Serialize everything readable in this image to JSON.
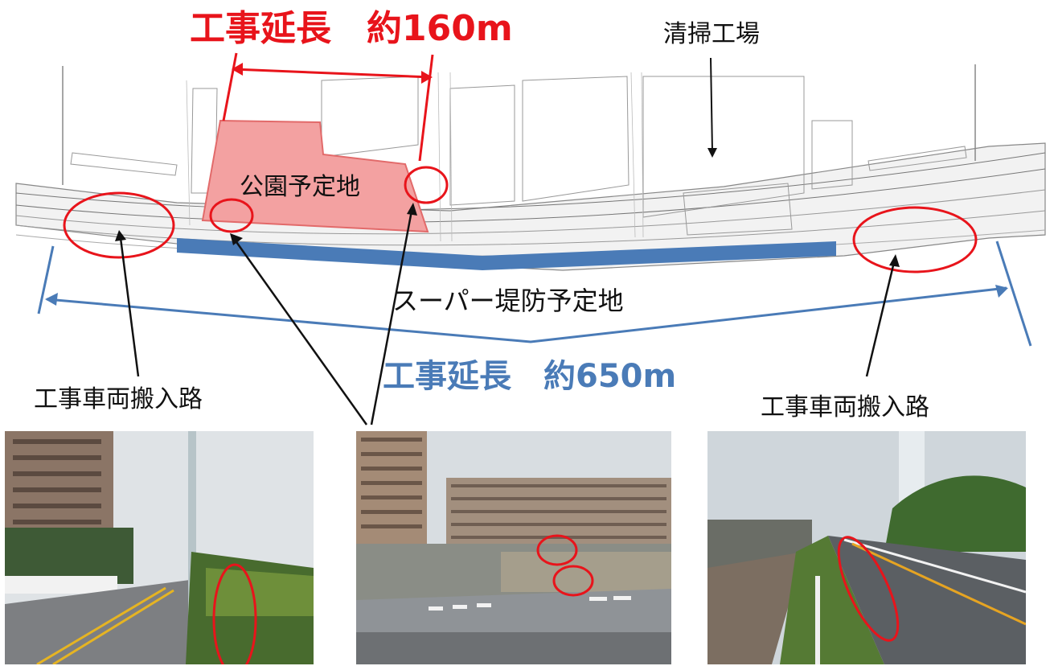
{
  "labels": {
    "length_short": "工事延長　約160m",
    "length_long": "工事延長　約650m",
    "cleaning_plant": "清掃工場",
    "park_site": "公園予定地",
    "super_levee_site": "スーパー堤防予定地",
    "vehicle_route_left": "工事車両搬入路",
    "vehicle_route_right": "工事車両搬入路"
  },
  "colors": {
    "accent_red": "#e8141b",
    "accent_blue": "#4a7bb7",
    "park_fill": "#f3a1a1",
    "levee_band": "#4a7bb7"
  }
}
